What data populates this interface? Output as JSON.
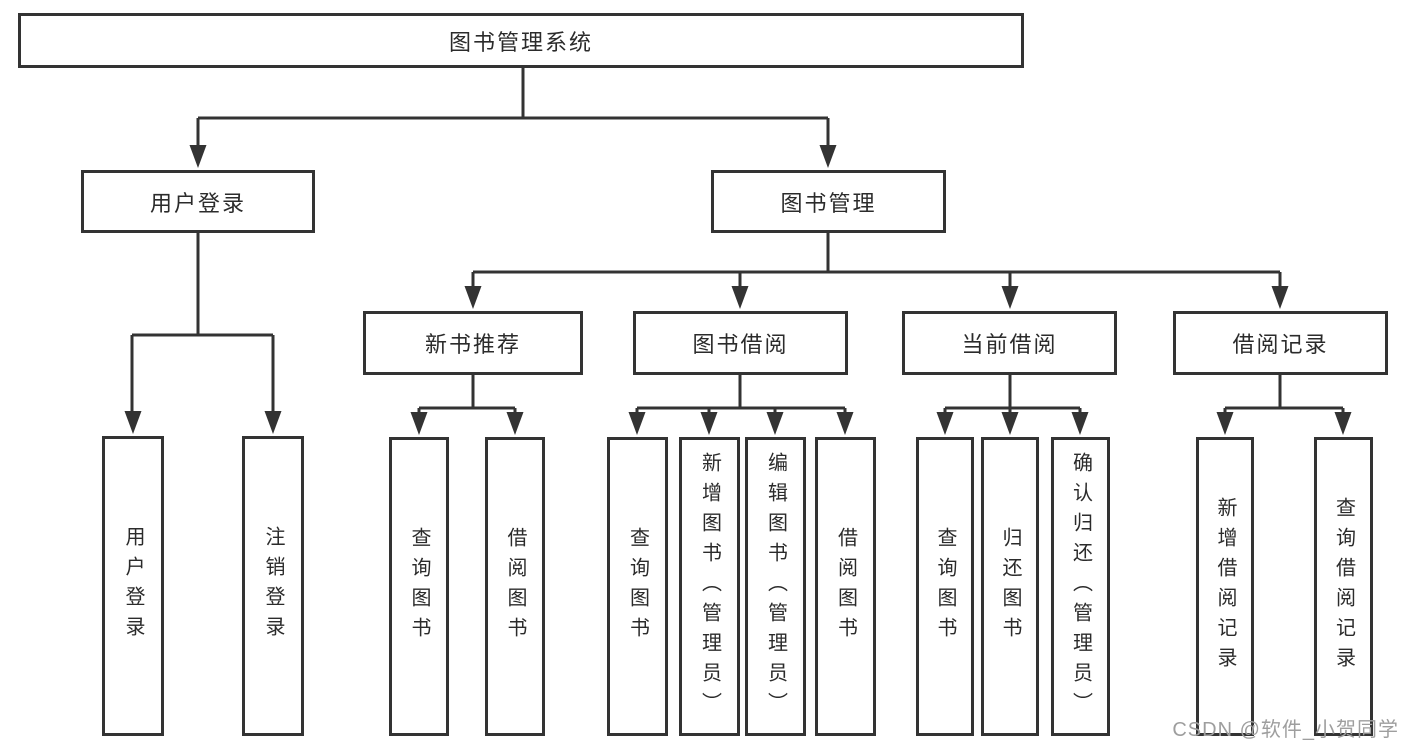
{
  "diagram": {
    "colors": {
      "line": "#333333",
      "box_border": "#333333",
      "text": "#2b2b2b",
      "watermark": "#9e9e9e",
      "background": "#ffffff"
    },
    "watermark": {
      "text": "CSDN @软件_小贺同学"
    },
    "nodes": {
      "root": "图书管理系统",
      "user_login": "用户登录",
      "book_management": "图书管理",
      "new_book_recommend": "新书推荐",
      "book_borrow": "图书借阅",
      "current_borrow": "当前借阅",
      "borrow_record": "借阅记录",
      "leaf_user_login": "用户登录",
      "leaf_logout": "注销登录",
      "leaf_rec_query_book": "查询图书",
      "leaf_rec_borrow_book": "借阅图书",
      "leaf_bb_query_book": "查询图书",
      "leaf_bb_add_book": "新增图书（管理员）",
      "leaf_bb_edit_book": "编辑图书（管理员）",
      "leaf_bb_borrow_book": "借阅图书",
      "leaf_cb_query_book": "查询图书",
      "leaf_cb_return_book": "归还图书",
      "leaf_cb_confirm_return": "确认归还（管理员）",
      "leaf_br_add_record": "新增借阅记录",
      "leaf_br_query_record": "查询借阅记录"
    }
  }
}
